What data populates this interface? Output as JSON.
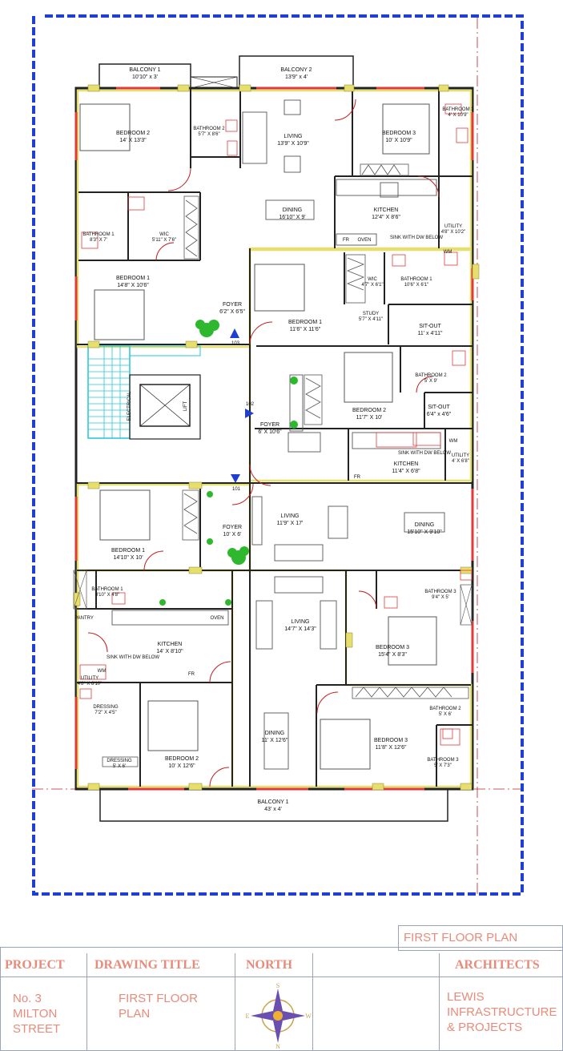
{
  "rooms": [
    {
      "name": "BALCONY 1",
      "dim": "10'10\" x 3'"
    },
    {
      "name": "BALCONY 2",
      "dim": "13'9\" x 4'"
    },
    {
      "name": "BEDROOM 2",
      "dim": "14' X 13'3\""
    },
    {
      "name": "BATHROOM 2",
      "dim": "5'7\" X 8'6\""
    },
    {
      "name": "LIVING",
      "dim": "13'9\" X 10'9\""
    },
    {
      "name": "BEDROOM 3",
      "dim": "10' X 10'9\""
    },
    {
      "name": "BATHROOM 3",
      "dim": "4' X 10'9\""
    },
    {
      "name": "DINING",
      "dim": "16'10\" X 9'"
    },
    {
      "name": "KITCHEN",
      "dim": "12'4\" X 8'6\""
    },
    {
      "name": "BATHROOM 1",
      "dim": "8'3\" X 7'"
    },
    {
      "name": "WIC",
      "dim": "5'11\" X 7'6\""
    },
    {
      "name": "UTILITY",
      "dim": "4'8\" X 10'2\""
    },
    {
      "name": "BEDROOM 1",
      "dim": "14'8\" X 10'6\""
    },
    {
      "name": "FOYER",
      "dim": "6'2\" X 6'5\""
    },
    {
      "name": "BEDROOM 1",
      "dim": "11'6\" X 11'6\""
    },
    {
      "name": "WIC",
      "dim": "4'7\" X 6'1\""
    },
    {
      "name": "BATHROOM 1",
      "dim": "10'6\" X 6'1\""
    },
    {
      "name": "STUDY",
      "dim": "5'7\" X 4'11\""
    },
    {
      "name": "SIT-OUT",
      "dim": "11' x 4'11\""
    },
    {
      "name": "BATHROOM 2",
      "dim": "5' X 9'"
    },
    {
      "name": "BEDROOM 2",
      "dim": "11'7\" X 10'"
    },
    {
      "name": "SIT-OUT",
      "dim": "6'4\" x 4'6\""
    },
    {
      "name": "FOYER",
      "dim": "6' X 10'6\""
    },
    {
      "name": "KITCHEN",
      "dim": "11'4\" X 6'8\""
    },
    {
      "name": "UTILITY",
      "dim": "4' X 6'8\""
    },
    {
      "name": "BEDROOM 1",
      "dim": "14'10\" X 10'"
    },
    {
      "name": "FOYER",
      "dim": "10' X 6'"
    },
    {
      "name": "LIVING",
      "dim": "11'9\" X 17'"
    },
    {
      "name": "DINING",
      "dim": "15'10\" X 9'10\""
    },
    {
      "name": "BATHROOM 1",
      "dim": "8'10\" X 4'8\""
    },
    {
      "name": "BATHROOM 3",
      "dim": "9'4\" X 5'"
    },
    {
      "name": "LIVING",
      "dim": "14'7\" X 14'3\""
    },
    {
      "name": "KITCHEN",
      "dim": "14' X 8'10\""
    },
    {
      "name": "BEDROOM 3",
      "dim": "15'4\" X 8'3\""
    },
    {
      "name": "UTILITY",
      "dim": "4'8\" X 8'10\""
    },
    {
      "name": "BATHROOM 2",
      "dim": "5' X 6'"
    },
    {
      "name": "DRESSING",
      "dim": "7'2\" X 4'5\""
    },
    {
      "name": "BEDROOM 2",
      "dim": "10' X 12'6\""
    },
    {
      "name": "DINING",
      "dim": "11' X 12'6\""
    },
    {
      "name": "BEDROOM 3",
      "dim": "11'8\" X 12'6\""
    },
    {
      "name": "DRESSING",
      "dim": "5' X 6'"
    },
    {
      "name": "BATHROOM 3",
      "dim": "5' X 7'3\""
    },
    {
      "name": "BALCONY 1",
      "dim": "43' x 4'"
    }
  ],
  "fixtures": {
    "pantry": "PANTRY",
    "oven": "OVEN",
    "fr": "FR",
    "wm": "WM",
    "sink": "SINK WITH DW BELOW",
    "electrical": "ELECTRICAL",
    "lift": "LIFT",
    "markers": [
      "103",
      "102",
      "101"
    ]
  },
  "title_block": {
    "sheet_title": "FIRST FLOOR PLAN",
    "project_head": "PROJECT",
    "project_body": "No. 3\nMILTON\nSTREET",
    "drawing_title_head": "DRAWING TITLE",
    "drawing_title_body": "FIRST FLOOR\nPLAN",
    "north_head": "NORTH",
    "compass": {
      "n": "N",
      "s": "S",
      "e": "E",
      "w": "W"
    },
    "architects_head": "ARCHITECTS",
    "architects_body": "LEWIS\nINFRASTRUCTURE\n& PROJECTS"
  },
  "colors": {
    "boundary": "#1f3fd0",
    "wall": "#222222",
    "apartment_outline": "#e6df6e",
    "window": "#e23a3a",
    "door": "#c31f1f",
    "stair": "#22c7d6",
    "title_text": "#e88b7a",
    "title_lines": "#9aa4b4",
    "furniture": "#555555",
    "tree": "#2eb82e"
  }
}
